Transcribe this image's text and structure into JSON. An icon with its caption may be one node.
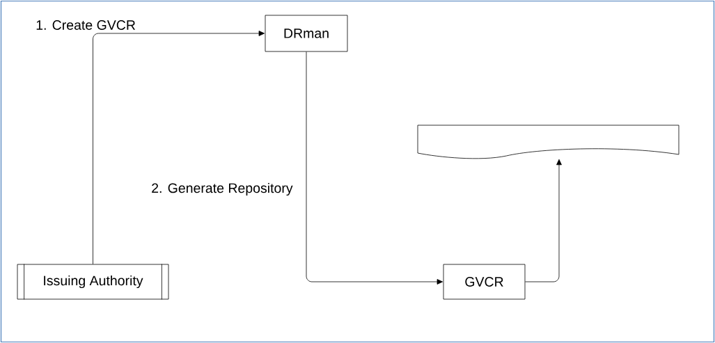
{
  "diagram": {
    "nodes": [
      {
        "text": [
          "Issuing Authority"
        ]
      },
      {
        "text": [
          "DRman"
        ]
      },
      {
        "text": [
          "GVCR"
        ]
      },
      {
        "text": [],
        "shape": "document"
      }
    ],
    "edges": [
      {
        "from": 0,
        "to": 1,
        "arrow": "to",
        "label": "1. Create GVCR"
      },
      {
        "from": 1,
        "to": 2,
        "arrow": "to",
        "label": "2. Generate Repository"
      },
      {
        "from": 2,
        "to": 3,
        "arrow": "to"
      }
    ]
  }
}
